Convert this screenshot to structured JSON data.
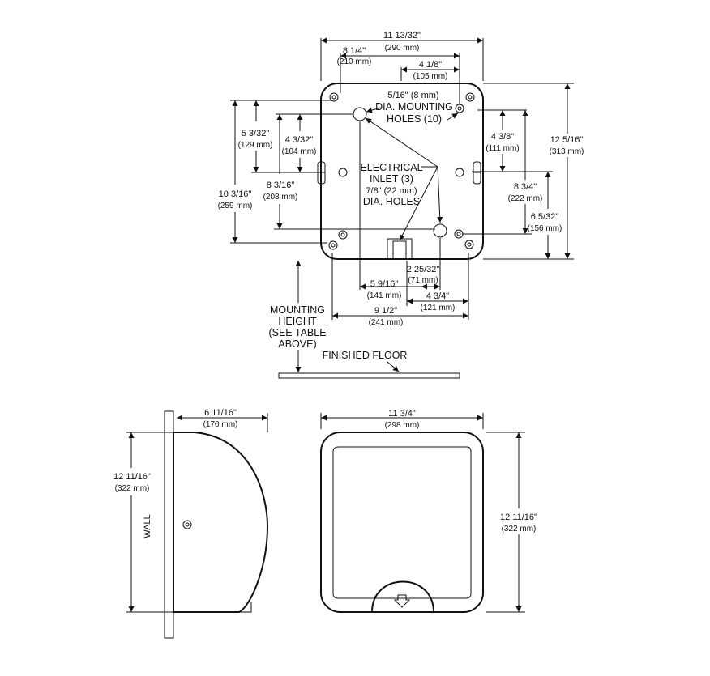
{
  "top_view": {
    "width_overall": {
      "in": "11 13/32\"",
      "mm": "(290 mm)"
    },
    "hole_span_top": {
      "in": "8 1/4\"",
      "mm": "(210 mm)"
    },
    "hole_offset_top": {
      "in": "4 1/8\"",
      "mm": "(105 mm)"
    },
    "mounting_holes_note": {
      "size": "5/16\" (8 mm)",
      "line1": "DIA. MOUNTING",
      "line2": "HOLES (10)"
    },
    "electrical_inlet_note": {
      "line1": "ELECTRICAL",
      "line2": "INLET (3)",
      "size": "7/8\" (22 mm)",
      "line3": "DIA. HOLES"
    },
    "left_a": {
      "in": "5 3/32\"",
      "mm": "(129 mm)"
    },
    "left_b": {
      "in": "4 3/32\"",
      "mm": "(104 mm)"
    },
    "left_c": {
      "in": "8 3/16\"",
      "mm": "(208 mm)"
    },
    "left_d": {
      "in": "10 3/16\"",
      "mm": "(259 mm)"
    },
    "right_a": {
      "in": "4 3/8\"",
      "mm": "(111 mm)"
    },
    "right_b": {
      "in": "8 3/4\"",
      "mm": "(222 mm)"
    },
    "right_c": {
      "in": "6 5/32\"",
      "mm": "(156 mm)"
    },
    "right_height": {
      "in": "12 5/16\"",
      "mm": "(313 mm)"
    },
    "bottom_a": {
      "in": "2 25/32\"",
      "mm": "(71 mm)"
    },
    "bottom_b": {
      "in": "5 9/16\"",
      "mm": "(141 mm)"
    },
    "bottom_c": {
      "in": "4 3/4\"",
      "mm": "(121 mm)"
    },
    "bottom_d": {
      "in": "9 1/2\"",
      "mm": "(241 mm)"
    },
    "mounting_height": [
      "MOUNTING",
      "HEIGHT",
      "(SEE TABLE",
      "ABOVE)"
    ],
    "finished_floor": "FINISHED FLOOR"
  },
  "side_view": {
    "depth": {
      "in": "6 11/16\"",
      "mm": "(170 mm)"
    },
    "height": {
      "in": "12 11/16\"",
      "mm": "(322 mm)"
    },
    "wall_label": "WALL"
  },
  "front_view": {
    "width": {
      "in": "11 3/4\"",
      "mm": "(298 mm)"
    },
    "height": {
      "in": "12 11/16\"",
      "mm": "(322 mm)"
    }
  }
}
